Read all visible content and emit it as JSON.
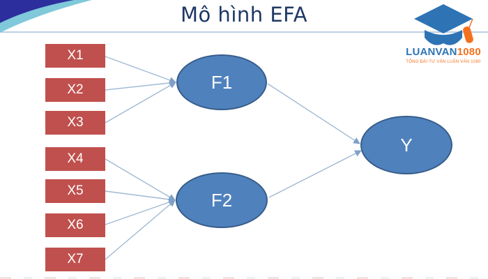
{
  "title": "Mô hình EFA",
  "logo": {
    "brand_main": "LUANVAN",
    "brand_number": "1080",
    "tagline": "TỔNG ĐÀI TƯ VẤN LUẬN VĂN 1080",
    "icon": "graduation-cap-icon"
  },
  "diagram": {
    "observed": [
      "X1",
      "X2",
      "X3",
      "X4",
      "X5",
      "X6",
      "X7"
    ],
    "factors": [
      "F1",
      "F2"
    ],
    "outcome": "Y",
    "edges": [
      {
        "from": "X1",
        "to": "F1"
      },
      {
        "from": "X2",
        "to": "F1"
      },
      {
        "from": "X3",
        "to": "F1"
      },
      {
        "from": "X4",
        "to": "F2"
      },
      {
        "from": "X5",
        "to": "F2"
      },
      {
        "from": "X6",
        "to": "F2"
      },
      {
        "from": "X7",
        "to": "F2"
      },
      {
        "from": "F1",
        "to": "Y"
      },
      {
        "from": "F2",
        "to": "Y"
      }
    ]
  },
  "colors": {
    "title_navy": "#1F3864",
    "box_red": "#C0504D",
    "ellipse_blue": "#4F81BD",
    "ellipse_border": "#385D8A",
    "arrow_line": "#9FB9D4",
    "arrow_head": "#7FA0C8",
    "divider_blue": "#BCCFE3",
    "brand_blue": "#2E74B5",
    "brand_orange": "#F4701F",
    "corner_navy": "#2B2E9C",
    "corner_teal": "#7FC9DA"
  }
}
